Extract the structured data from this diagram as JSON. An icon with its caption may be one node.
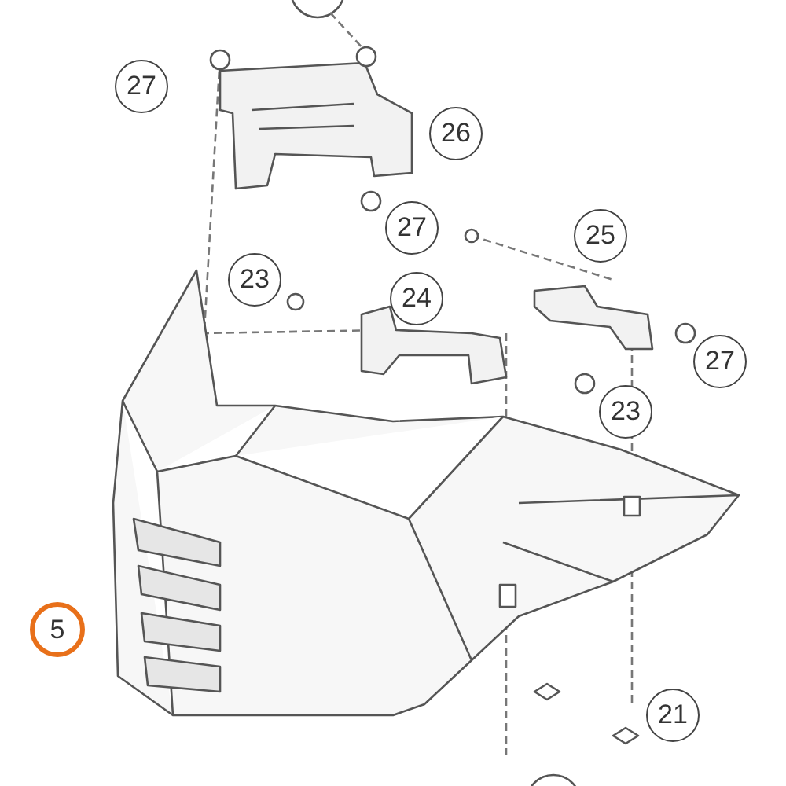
{
  "diagram": {
    "labels": [
      "27",
      "26",
      "27",
      "25",
      "23",
      "24",
      "27",
      "23",
      "5",
      "21"
    ]
  }
}
